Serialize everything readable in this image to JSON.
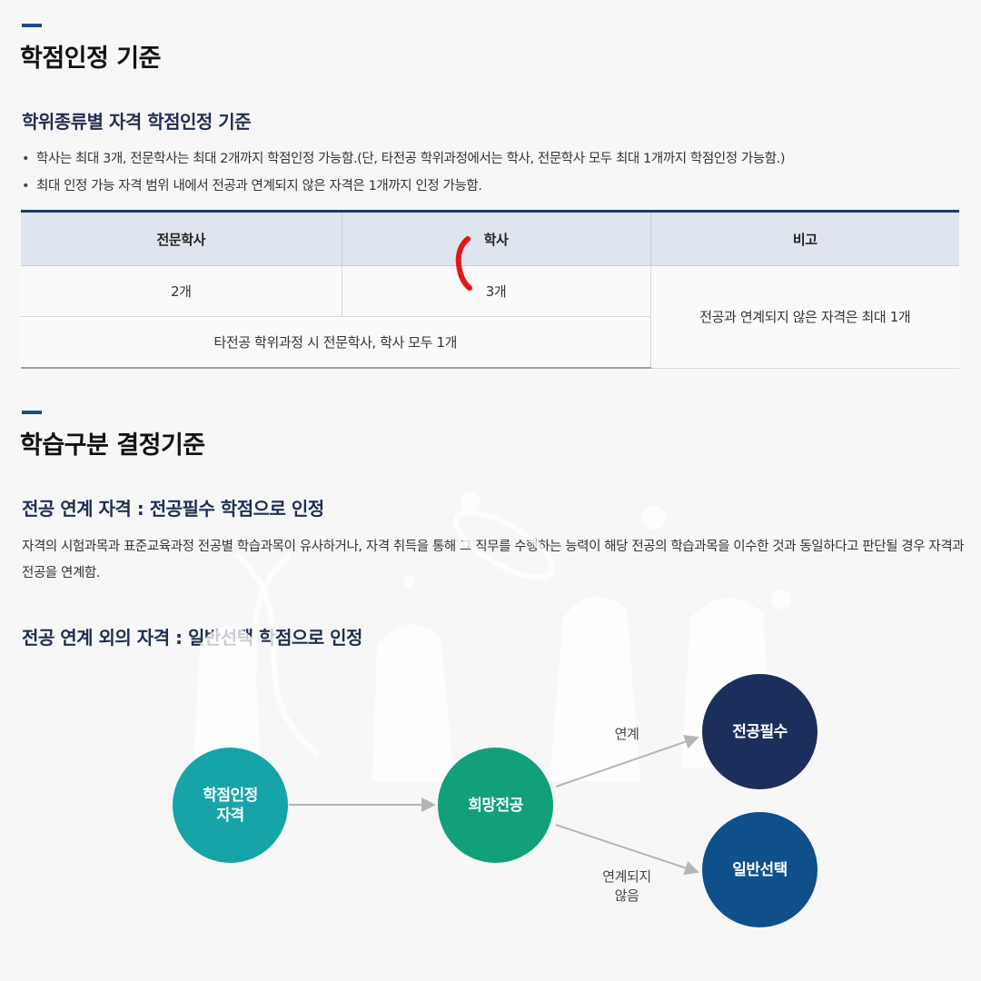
{
  "section1": {
    "title": "학점인정 기준",
    "subtitle": "학위종류별 자격 학점인정 기준",
    "bullets": [
      "학사는 최대 3개, 전문학사는 최대 2개까지 학점인정 가능함.(단, 타전공 학위과정에서는 학사, 전문학사 모두 최대 1개까지 학점인정 가능함.)",
      "최대 인정 가능 자격 범위 내에서 전공과 연계되지 않은 자격은 1개까지 인정 가능함."
    ],
    "table": {
      "headers": [
        "전문학사",
        "학사",
        "비고"
      ],
      "row1": [
        "2개",
        "3개"
      ],
      "row2": "타전공 학위과정 시 전문학사, 학사 모두 1개",
      "note": "전공과 연계되지 않은 자격은 최대 1개"
    }
  },
  "section2": {
    "title": "학습구분 결정기준",
    "sub1": "전공 연계 자격 : 전공필수 학점으로 인정",
    "paragraph": "자격의 시험과목과 표준교육과정 전공별 학습과목이 유사하거나, 자격 취득을 통해 그 직무를 수행하는 능력이 해당 전공의 학습과목을 이수한 것과 동일하다고 판단될 경우 자격과 전공을 연계함.",
    "sub2": "전공 연계 외의 자격 : 일반선택 학점으로 인정",
    "diagram": {
      "nodes": [
        "학점인정\n자격",
        "희망전공",
        "전공필수",
        "일반선택"
      ],
      "edge_linked": "연계",
      "edge_unlinked": "연계되지\n않음"
    }
  },
  "colors": {
    "accent": "#1c4b86",
    "node_credit": "#16a4a8",
    "node_major": "#12a07a",
    "node_required": "#1c2f5c",
    "node_elective": "#0f4f8a"
  }
}
